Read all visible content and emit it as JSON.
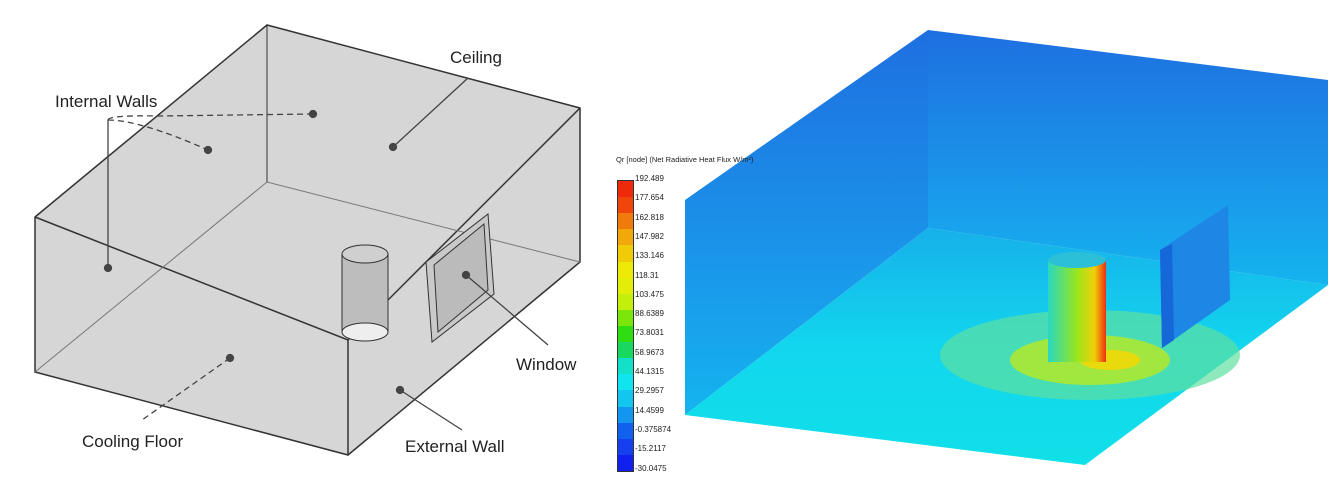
{
  "labels": {
    "ceiling": "Ceiling",
    "internal_walls": "Internal Walls",
    "window": "Window",
    "cooling_floor": "Cooling Floor",
    "external_wall": "External Wall"
  },
  "legend": {
    "title": "Qr [node] (Net Radiative Heat Flux W/m²)",
    "ticks": [
      "192.489",
      "177.654",
      "162.818",
      "147.982",
      "133.146",
      "118.31",
      "103.475",
      "88.6389",
      "73.8031",
      "58.9673",
      "44.1315",
      "29.2957",
      "14.4599",
      "-0.375874",
      "-15.2117",
      "-30.0475"
    ],
    "colors": [
      "#ee2a0a",
      "#f0460c",
      "#f07a0c",
      "#f0a80a",
      "#f0cc08",
      "#eeea08",
      "#e2ee08",
      "#c4ee0c",
      "#7ae60c",
      "#2ede12",
      "#18d860",
      "#12e0c8",
      "#10e4ee",
      "#12c6f0",
      "#1296f0",
      "#1260ee",
      "#1640ee",
      "#1020ee"
    ]
  }
}
